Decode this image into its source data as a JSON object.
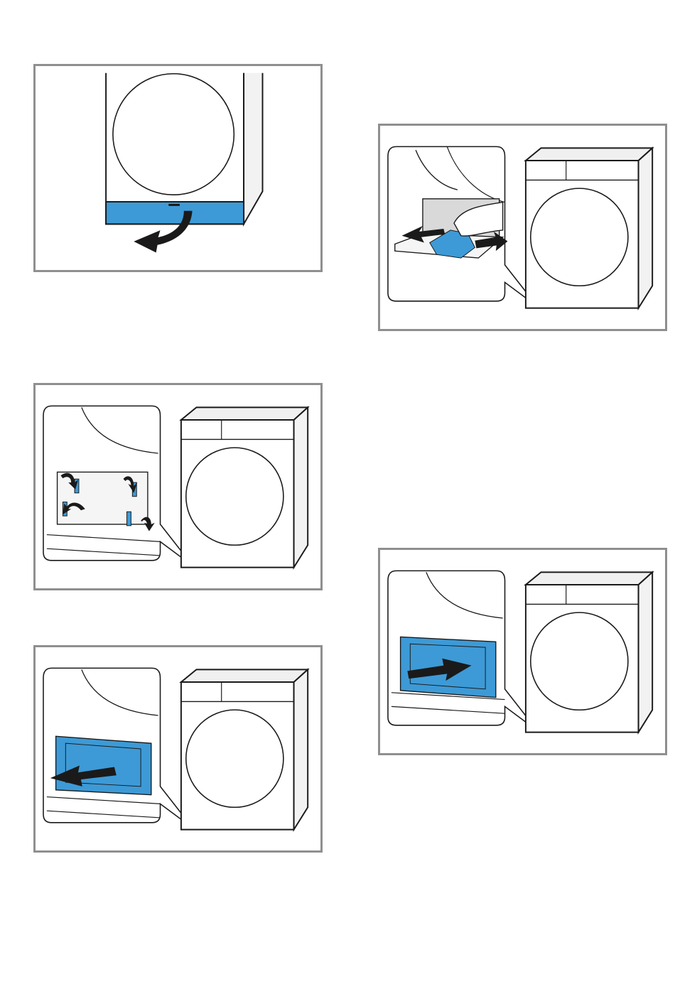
{
  "panels": [
    {
      "id": "open-service-flap",
      "description_icon": "dryer-front-flap-open"
    },
    {
      "id": "remove-fluff-from-opening",
      "description_icon": "hand-cleaning-opening"
    },
    {
      "id": "release-four-clips",
      "description_icon": "clips-unlock"
    },
    {
      "id": "pull-out-heat-exchanger-cover",
      "description_icon": "cover-pull-out"
    },
    {
      "id": "insert-cover",
      "description_icon": "cover-push-in"
    }
  ],
  "colors": {
    "accent_blue": "#3d9ad6",
    "line": "#1a1a1a",
    "frame": "#8f8f8f",
    "panel_fill": "#ffffff"
  }
}
